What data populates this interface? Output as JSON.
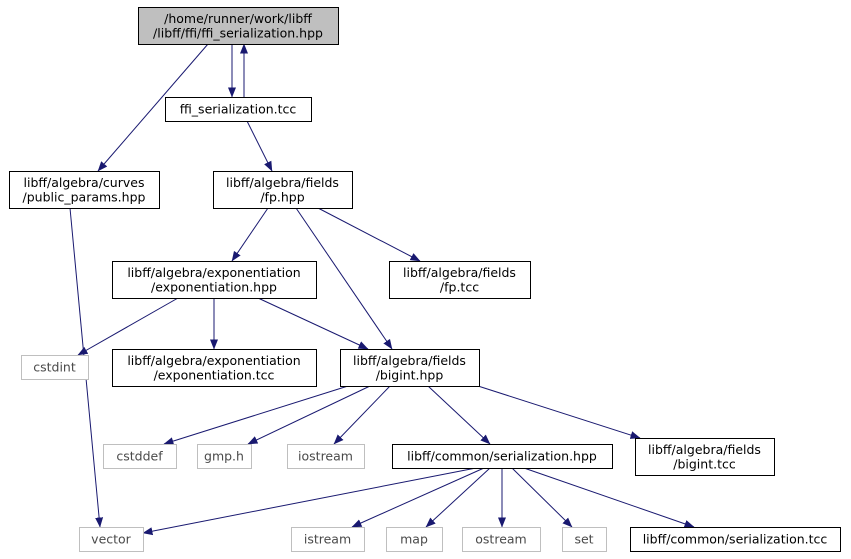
{
  "graph": {
    "colors": {
      "edge": "#191970",
      "root_fill": "#bfbfbf",
      "node_border": "#000000",
      "external_border": "#bfbfbf",
      "node_fill": "#ffffff"
    },
    "nodes": [
      {
        "id": "root",
        "lines": [
          "/home/runner/work/libff",
          "/libff/ffi/ffi_serialization.hpp"
        ],
        "style": "root"
      },
      {
        "id": "ffi_tcc",
        "lines": [
          "ffi_serialization.tcc"
        ],
        "style": "normal"
      },
      {
        "id": "public_params",
        "lines": [
          "libff/algebra/curves",
          "/public_params.hpp"
        ],
        "style": "normal"
      },
      {
        "id": "fp_hpp",
        "lines": [
          "libff/algebra/fields",
          "/fp.hpp"
        ],
        "style": "normal"
      },
      {
        "id": "expo_hpp",
        "lines": [
          "libff/algebra/exponentiation",
          "/exponentiation.hpp"
        ],
        "style": "normal"
      },
      {
        "id": "fp_tcc",
        "lines": [
          "libff/algebra/fields",
          "/fp.tcc"
        ],
        "style": "normal"
      },
      {
        "id": "cstdint",
        "lines": [
          "cstdint"
        ],
        "style": "external"
      },
      {
        "id": "expo_tcc",
        "lines": [
          "libff/algebra/exponentiation",
          "/exponentiation.tcc"
        ],
        "style": "normal"
      },
      {
        "id": "bigint_hpp",
        "lines": [
          "libff/algebra/fields",
          "/bigint.hpp"
        ],
        "style": "normal"
      },
      {
        "id": "cstddef",
        "lines": [
          "cstddef"
        ],
        "style": "external"
      },
      {
        "id": "gmp",
        "lines": [
          "gmp.h"
        ],
        "style": "external"
      },
      {
        "id": "iostream",
        "lines": [
          "iostream"
        ],
        "style": "external"
      },
      {
        "id": "ser_hpp",
        "lines": [
          "libff/common/serialization.hpp"
        ],
        "style": "normal"
      },
      {
        "id": "bigint_tcc",
        "lines": [
          "libff/algebra/fields",
          "/bigint.tcc"
        ],
        "style": "normal"
      },
      {
        "id": "vector",
        "lines": [
          "vector"
        ],
        "style": "external"
      },
      {
        "id": "istream",
        "lines": [
          "istream"
        ],
        "style": "external"
      },
      {
        "id": "map",
        "lines": [
          "map"
        ],
        "style": "external"
      },
      {
        "id": "ostream",
        "lines": [
          "ostream"
        ],
        "style": "external"
      },
      {
        "id": "set",
        "lines": [
          "set"
        ],
        "style": "external"
      },
      {
        "id": "ser_tcc",
        "lines": [
          "libff/common/serialization.tcc"
        ],
        "style": "normal"
      }
    ],
    "edges": [
      {
        "from": "root",
        "to": "public_params"
      },
      {
        "from": "root",
        "to": "ffi_tcc"
      },
      {
        "from": "ffi_tcc",
        "to": "root"
      },
      {
        "from": "ffi_tcc",
        "to": "fp_hpp"
      },
      {
        "from": "public_params",
        "to": "vector"
      },
      {
        "from": "fp_hpp",
        "to": "expo_hpp"
      },
      {
        "from": "fp_hpp",
        "to": "fp_tcc"
      },
      {
        "from": "fp_hpp",
        "to": "bigint_hpp"
      },
      {
        "from": "expo_hpp",
        "to": "cstdint"
      },
      {
        "from": "expo_hpp",
        "to": "expo_tcc"
      },
      {
        "from": "expo_hpp",
        "to": "bigint_hpp"
      },
      {
        "from": "bigint_hpp",
        "to": "cstddef"
      },
      {
        "from": "bigint_hpp",
        "to": "gmp"
      },
      {
        "from": "bigint_hpp",
        "to": "iostream"
      },
      {
        "from": "bigint_hpp",
        "to": "ser_hpp"
      },
      {
        "from": "bigint_hpp",
        "to": "bigint_tcc"
      },
      {
        "from": "ser_hpp",
        "to": "vector"
      },
      {
        "from": "ser_hpp",
        "to": "istream"
      },
      {
        "from": "ser_hpp",
        "to": "map"
      },
      {
        "from": "ser_hpp",
        "to": "ostream"
      },
      {
        "from": "ser_hpp",
        "to": "set"
      },
      {
        "from": "ser_hpp",
        "to": "ser_tcc"
      }
    ]
  }
}
